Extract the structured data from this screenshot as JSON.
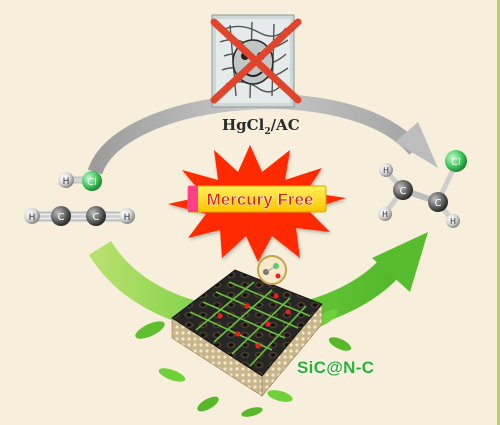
{
  "catalyst_old": {
    "formula_main": "HgCl",
    "formula_sub": "2",
    "formula_suffix": "/AC"
  },
  "center_badge": {
    "text": "Mercury Free"
  },
  "catalyst_new": {
    "label": "SiC@N-C"
  },
  "reactants": {
    "hcl": {
      "atom_h": "H",
      "atom_cl": "Cl"
    },
    "acetylene": {
      "atom_h_left": "H",
      "atom_c1": "C",
      "atom_c2": "C",
      "atom_h_right": "H"
    }
  },
  "product": {
    "atom_cl": "Cl",
    "atom_c1": "C",
    "atom_c2": "C",
    "atom_h1": "H",
    "atom_h2": "H",
    "atom_h3": "H"
  },
  "colors": {
    "background": "#f7efdc",
    "arrow_gray": "#a9a9a9",
    "arrow_green": "#8fd14f",
    "burst_red": "#ff2a00",
    "badge_yellow": "#ffd400",
    "cross_red": "#e0442c",
    "sic_green": "#27b12f",
    "chlorine_green": "#4fd36a"
  }
}
